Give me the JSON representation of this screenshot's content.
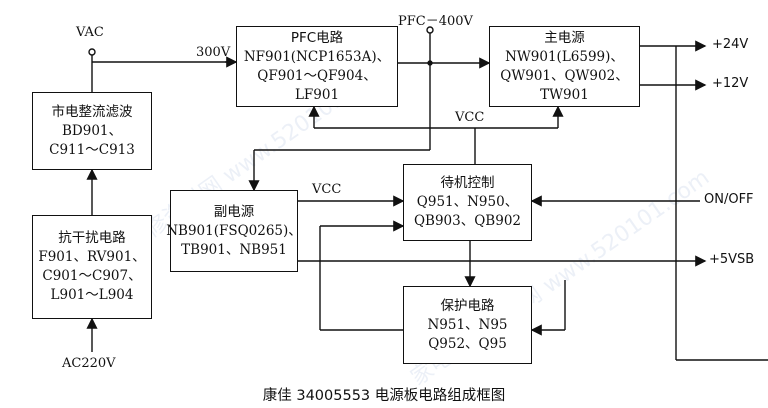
{
  "caption": "康佳 34005553 电源板电路组成框图",
  "blocks": {
    "rectifier": {
      "title": "市电整流滤波",
      "lines": [
        "BD901、",
        "C911～C913"
      ]
    },
    "emi": {
      "title": "抗干扰电路",
      "lines": [
        "F901、RV901、",
        "C901～C907、",
        "L901～L904"
      ]
    },
    "pfc": {
      "title": "PFC电路",
      "lines": [
        "NF901(NCP1653A)、",
        "QF901～QF904、LF901"
      ]
    },
    "main_psu": {
      "title": "主电源",
      "lines": [
        "NW901(L6599)、",
        "QW901、QW902、TW901"
      ]
    },
    "aux_psu": {
      "title": "副电源",
      "lines": [
        "NB901(FSQ0265)、",
        "TB901、NB951"
      ]
    },
    "standby": {
      "title": "待机控制",
      "lines": [
        "Q951、N950、",
        "QB903、QB902"
      ]
    },
    "protect": {
      "title": "保护电路",
      "lines": [
        "N951、N95",
        "Q952、Q95"
      ]
    }
  },
  "labels": {
    "vac": "VAC",
    "v300": "300V",
    "pfc400": "PFC－400V",
    "vcc_top": "VCC",
    "vcc_mid": "VCC",
    "out24": "+24V",
    "out12": "+12V",
    "onoff": "ON/OFF",
    "out5vsb": "+5VSB",
    "ac220": "AC220V"
  },
  "watermark": "家电维修资料网 www.520101.com"
}
